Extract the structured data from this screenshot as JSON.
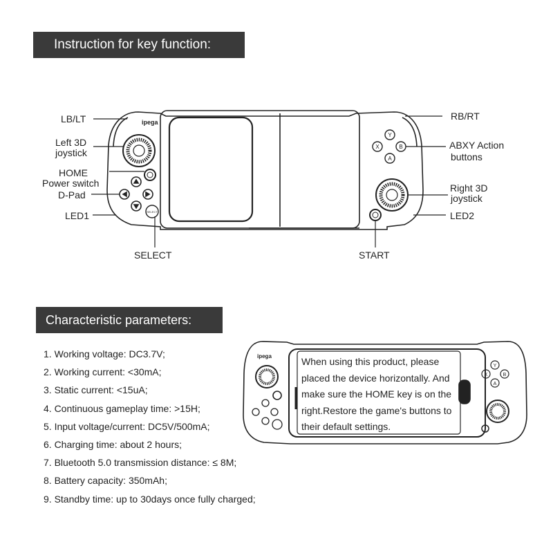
{
  "section1": {
    "title": "Instruction for key function:",
    "labels": {
      "lb_lt": "LB/LT",
      "left_3d_line1": "Left 3D",
      "left_3d_line2": "joystick",
      "home": "HOME",
      "power_switch": "Power switch",
      "d_pad": "D-Pad",
      "led1": "LED1",
      "select": "SELECT",
      "rb_rt": "RB/RT",
      "abxy_line1": "ABXY Action",
      "abxy_line2": "buttons",
      "right_3d_line1": "Right 3D",
      "right_3d_line2": "joystick",
      "led2": "LED2",
      "start": "START"
    },
    "brand": "ipega",
    "buttons": {
      "a": "A",
      "b": "B",
      "x": "X",
      "y": "Y",
      "select_small": "SELECT"
    }
  },
  "section2": {
    "title": "Characteristic parameters:",
    "params": [
      "1. Working voltage: DC3.7V;",
      "2. Working current: <30mA;",
      "3. Static current: <15uA;",
      "4. Continuous gameplay time: >15H;",
      "5. Input voltage/current: DC5V/500mA;",
      "6. Charging time: about 2 hours;",
      "7. Bluetooth 5.0 transmission distance: ≤ 8M;",
      "8. Battery capacity: 350mAh;",
      "9. Standby time: up to 30days once fully charged;"
    ],
    "notice": "When using this product, please placed the device horizontally. And make sure the HOME key is on the right.Restore the game's buttons to their default settings."
  },
  "colors": {
    "banner_bg": "#3a3a3a",
    "banner_text": "#ffffff",
    "line": "#222222"
  }
}
